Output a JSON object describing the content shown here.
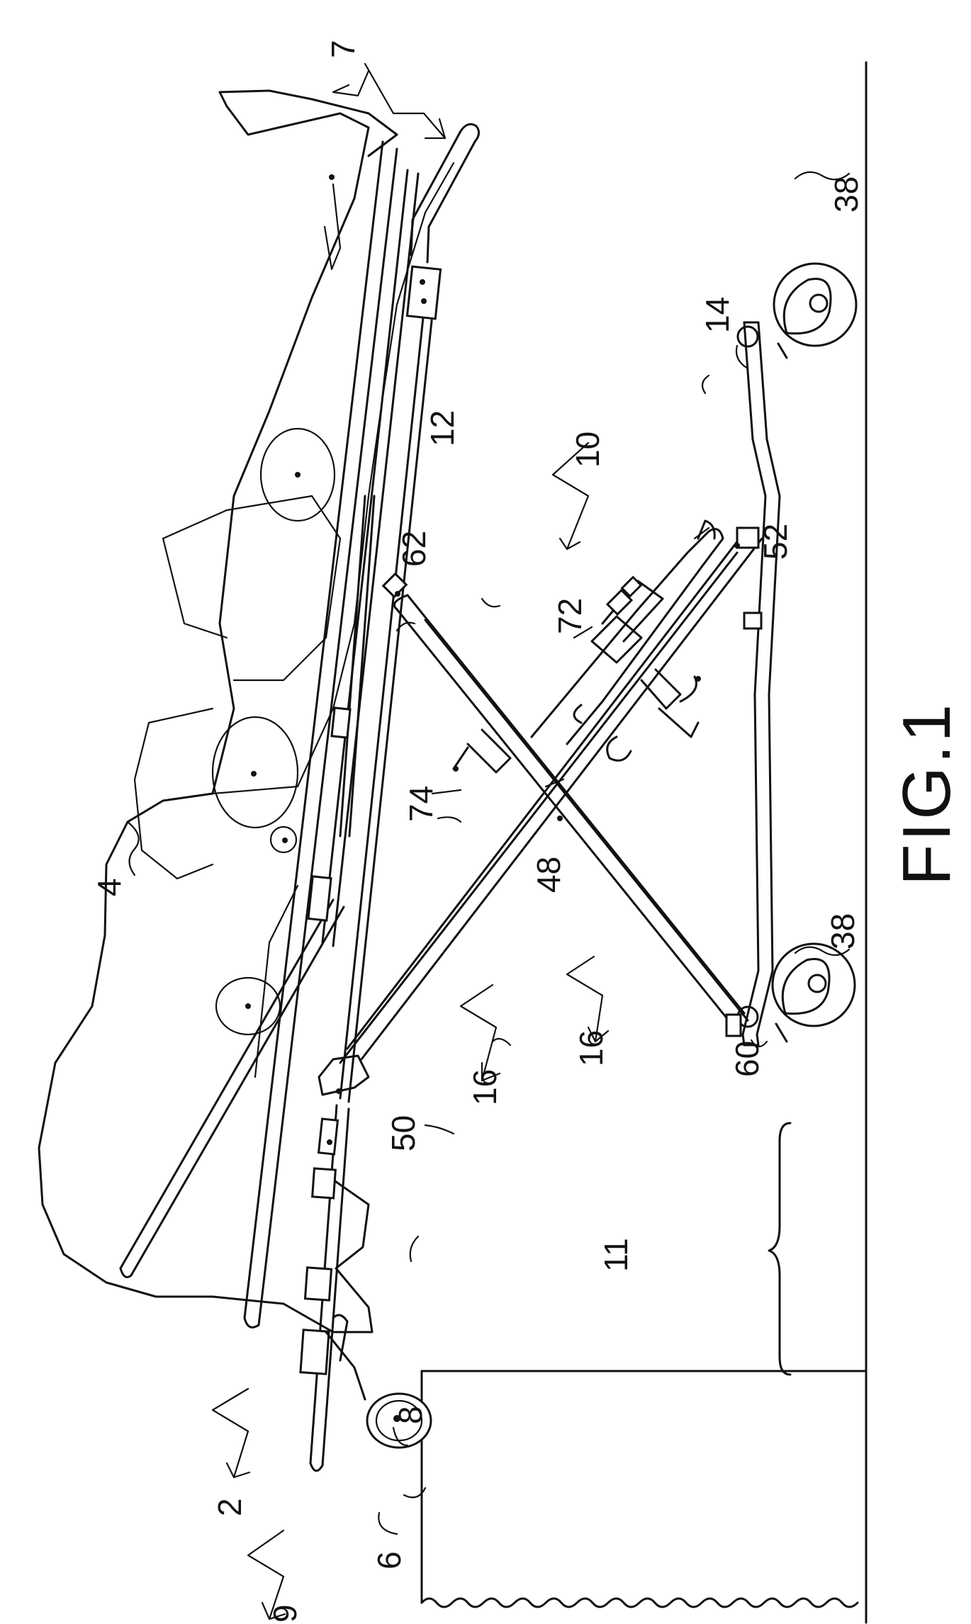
{
  "figure": {
    "caption": "FIG.1"
  },
  "labels": {
    "l2": "2",
    "l4": "4",
    "l6": "6",
    "l7": "7",
    "l8": "8",
    "l9": "9",
    "l10": "10",
    "l11": "11",
    "l12": "12",
    "l14": "14",
    "l16a": "16",
    "l16b": "16",
    "l38a": "38",
    "l38b": "38",
    "l48": "48",
    "l50": "50",
    "l52": "52",
    "l60": "60",
    "l62": "62",
    "l72": "72",
    "l74": "74"
  }
}
